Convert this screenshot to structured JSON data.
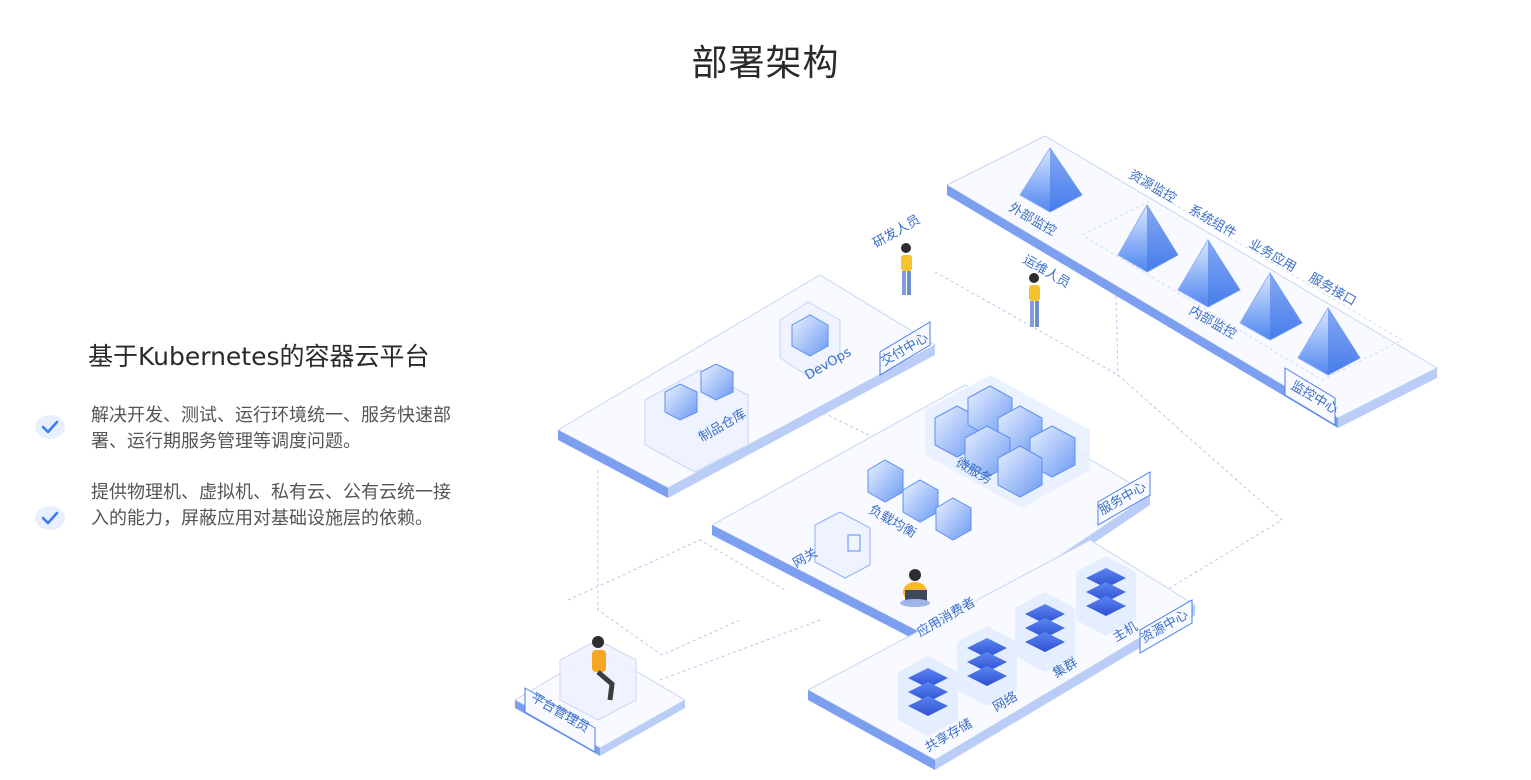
{
  "page": {
    "title": "部署架构"
  },
  "intro": {
    "subtitle": "基于Kubernetes的容器云平台",
    "features": [
      {
        "text": "解决开发、测试、运行环境统一、服务快速部署、运行期服务管理等调度问题。"
      },
      {
        "text": "提供物理机、虚拟机、私有云、公有云统一接入的能力，屏蔽应用对基础设施层的依赖。"
      }
    ]
  },
  "diagram": {
    "labels": {
      "developer": "研发人员",
      "ops": "运维人员",
      "external_monitor": "外部监控",
      "resource_monitor": "资源监控",
      "system_component": "系统组件",
      "business_app": "业务应用",
      "service_api": "服务接口",
      "internal_monitor": "内部监控",
      "monitor_center": "监控中心",
      "delivery_center": "交付中心",
      "devops": "DevOps",
      "artifact_repo": "制品仓库",
      "microservice": "微服务",
      "load_balance": "负载均衡",
      "service_center": "服务中心",
      "gateway": "网关",
      "app_consumer": "应用消费者",
      "host": "主机",
      "cluster": "集群",
      "network": "网络",
      "shared_storage": "共享存储",
      "resource_center": "资源中心",
      "platform_admin": "平台管理员"
    },
    "colors": {
      "accent": "#4a7cf0",
      "platform": "#f7f9ff",
      "edge": "#8fb0f7",
      "text": "#3a6ec9"
    }
  }
}
